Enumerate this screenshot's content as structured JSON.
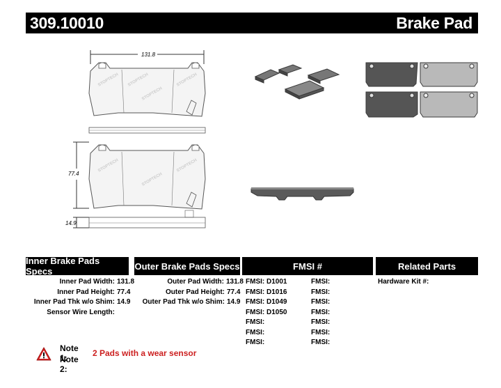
{
  "header": {
    "part_number": "309.10010",
    "product_type": "Brake Pad"
  },
  "drawing": {
    "width_dim": "131.8",
    "height_dim": "77.4",
    "thickness_dim": "14.9",
    "brand_watermark": "STOPTECH"
  },
  "sections": {
    "inner_title": "Inner Brake Pads Specs",
    "outer_title": "Outer Brake Pads Specs",
    "fmsi_title": "FMSI #",
    "related_title": "Related Parts"
  },
  "inner_specs": [
    {
      "label": "Inner Pad Width:",
      "value": "131.8"
    },
    {
      "label": "Inner Pad Height:",
      "value": "77.4"
    },
    {
      "label": "Inner Pad Thk w/o Shim:",
      "value": "14.9"
    },
    {
      "label": "Sensor Wire Length:",
      "value": ""
    }
  ],
  "outer_specs": [
    {
      "label": "Outer Pad Width:",
      "value": "131.8"
    },
    {
      "label": "Outer Pad Height:",
      "value": "77.4"
    },
    {
      "label": "Outer Pad Thk w/o Shim:",
      "value": "14.9"
    }
  ],
  "fmsi": [
    {
      "left": "FMSI:  D1001",
      "right": "FMSI:"
    },
    {
      "left": "FMSI:  D1016",
      "right": "FMSI:"
    },
    {
      "left": "FMSI:  D1049",
      "right": "FMSI:"
    },
    {
      "left": "FMSI:  D1050",
      "right": "FMSI:"
    },
    {
      "left": "FMSI:",
      "right": "FMSI:"
    },
    {
      "left": "FMSI:",
      "right": "FMSI:"
    },
    {
      "left": "FMSI:",
      "right": "FMSI:"
    }
  ],
  "related": {
    "hardware_kit": "Hardware Kit #:"
  },
  "notes": {
    "note1_label": "Note 1:",
    "note1_value": "2 Pads with a wear sensor",
    "note2_label": "Note 2:",
    "note2_value": ""
  },
  "colors": {
    "header_bg": "#000000",
    "note_red": "#cc1f1f",
    "warning_red": "#d62222"
  }
}
